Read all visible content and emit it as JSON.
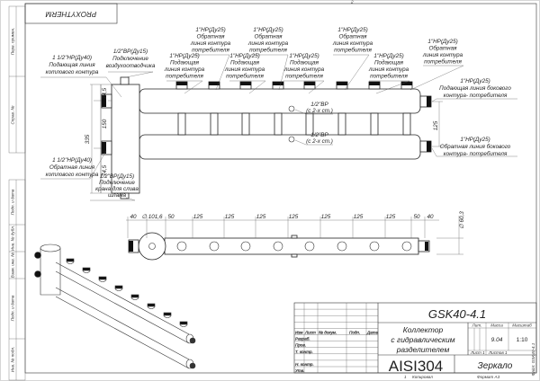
{
  "brand": "PROXYTHERM",
  "sheet_corner": "2",
  "side_strip": [
    "Перв. примен.",
    "Справ. №",
    "Подп. и дата",
    "Инв. № дубл.",
    "Взам. инв. №",
    "Подп. и дата",
    "Инв. № подл."
  ],
  "labels": {
    "boiler_supply": [
      "1 1/2\"НР(Ду40)",
      "Подающая линия",
      "котлового контура"
    ],
    "vent": [
      "1/2\"ВР(Ду15)",
      "Подключение",
      "воздухоотводчика"
    ],
    "boiler_return": [
      "1 1/2\"НР(Ду40)",
      "Обратная линия",
      "котлового контура"
    ],
    "drain": [
      "1/2\"ВР(Ду15)",
      "Подключение",
      "крана для слива",
      "шлама"
    ],
    "consumer_supply": [
      "1\"НР(Ду25)",
      "Подающая",
      "линия контура",
      "потребителя"
    ],
    "consumer_return": [
      "1\"НР(Ду25)",
      "Обратная",
      "линия контура",
      "потребителя"
    ],
    "side_supply": [
      "1\"НР(Ду25)",
      "Подающая линия бокового",
      "контура- потребителя"
    ],
    "side_return": [
      "1\"НР(Ду25)",
      "Обратная линия бокового",
      "контура- потребителя"
    ],
    "port": [
      "1/2\"ВР",
      "(с 2-х ст.)"
    ]
  },
  "dimensions": {
    "height_total": "335",
    "top_offset": "74,5",
    "between": "150",
    "bottom_offset": "74,5",
    "pipe_spacing": "125",
    "top_view": [
      "40",
      "∅ 101,6",
      "50",
      "125",
      "125",
      "125",
      "125",
      "125",
      "125",
      "125",
      "50",
      "40"
    ],
    "pipe_diameter": "∅ 60,3"
  },
  "title_block": {
    "designation": "GSK40-4.1",
    "name": [
      "Коллектор",
      "с гидравлическим",
      "разделителем"
    ],
    "material": "AISI304",
    "finish": "Зеркало",
    "lit_label": "Лит.",
    "mass_label": "Масса",
    "scale_label": "Масштаб",
    "mass": "9.04",
    "scale": "1:10",
    "sheet": "Лист 1",
    "sheets": "Листов 1",
    "cols": [
      "Изм",
      "Лист",
      "№ докум.",
      "Подп.",
      "Дата"
    ],
    "rows": [
      "Разраб.",
      "Пров.",
      "Т. контр.",
      "",
      "Н. контр.",
      "Утв."
    ],
    "file": "Файл: GSK40-4.1",
    "footer_num": "1",
    "copied": "Копировал",
    "format": "Формат А3"
  }
}
